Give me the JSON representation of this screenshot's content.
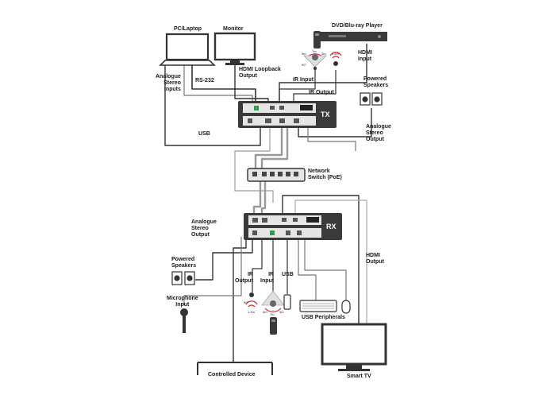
{
  "labels": {
    "pc_laptop": "PC/Laptop",
    "monitor": "Monitor",
    "dvd_player": "DVD/Blu-ray Player",
    "hdmi_input_top_1": "HDMI",
    "hdmi_input_top_2": "Input",
    "analogue_inputs_1": "Analogue",
    "analogue_inputs_2": "Stereo",
    "analogue_inputs_3": "Inputs",
    "rs232": "RS-232",
    "hdmi_loopback_1": "HDMI Loopback",
    "hdmi_loopback_2": "Output",
    "ir_input_tx": "IR Input",
    "ir_output_tx": "IR Output",
    "powered_speakers_top_1": "Powered",
    "powered_speakers_top_2": "Speakers",
    "usb_top": "USB",
    "analogue_out_tx_1": "Analogue",
    "analogue_out_tx_2": "Stereo",
    "analogue_out_tx_3": "Output",
    "network_switch_1": "Network",
    "network_switch_2": "Switch (PoE)",
    "analogue_out_rx_1": "Analogue",
    "analogue_out_rx_2": "Stereo",
    "analogue_out_rx_3": "Output",
    "hdmi_output_rx_1": "HDMI",
    "hdmi_output_rx_2": "Output",
    "powered_speakers_bottom_1": "Powered",
    "powered_speakers_bottom_2": "Speakers",
    "ir_output_rx_1": "IR",
    "ir_output_rx_2": "Output",
    "ir_input_rx_1": "IR",
    "ir_input_rx_2": "Input",
    "usb_bottom": "USB",
    "microphone_1": "Microphone",
    "microphone_2": "Input",
    "usb_peripherals": "USB Peripherals",
    "controlled_device": "Controlled Device",
    "smart_tv": "Smart TV"
  },
  "devices": {
    "tx_badge": "TX",
    "rx_badge": "RX"
  },
  "ir_ranges": {
    "tx_left_short": "3m",
    "tx_mid": "7m",
    "tx_right": "3m",
    "tx_emitter": "1.2m",
    "tx_angle": "90°",
    "rx_emitter": "1.2m",
    "rx_angle": "90°",
    "rx_left": "3m",
    "rx_mid": "7m",
    "rx_right": "3m"
  },
  "colors": {
    "line": "#333333",
    "cable_light": "#9a9a9a",
    "device_dark": "#3a3a3a",
    "device_panel": "#e6e6e6",
    "ir_red": "#d9262b",
    "terminal_green": "#2e9c4a"
  }
}
